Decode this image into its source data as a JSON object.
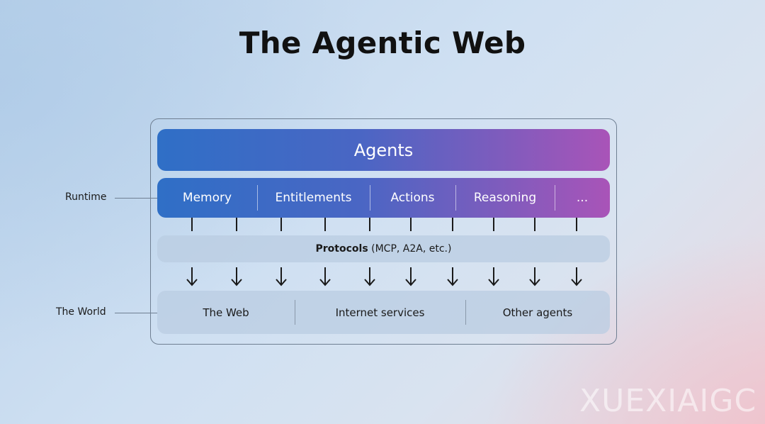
{
  "title": "The Agentic Web",
  "agents": {
    "label": "Agents"
  },
  "runtime": {
    "side_label": "Runtime",
    "items": [
      "Memory",
      "Entitlements",
      "Actions",
      "Reasoning",
      "..."
    ]
  },
  "protocols": {
    "bold": "Protocols",
    "rest": " (MCP, A2A, etc.)"
  },
  "world": {
    "side_label": "The World",
    "items": [
      "The Web",
      "Internet services",
      "Other agents"
    ]
  },
  "watermark": "XUEXIAIGC",
  "colors": {
    "gradient_start": "#2f6fc6",
    "gradient_end": "#a954b8",
    "light_bar": "#baccE2"
  }
}
